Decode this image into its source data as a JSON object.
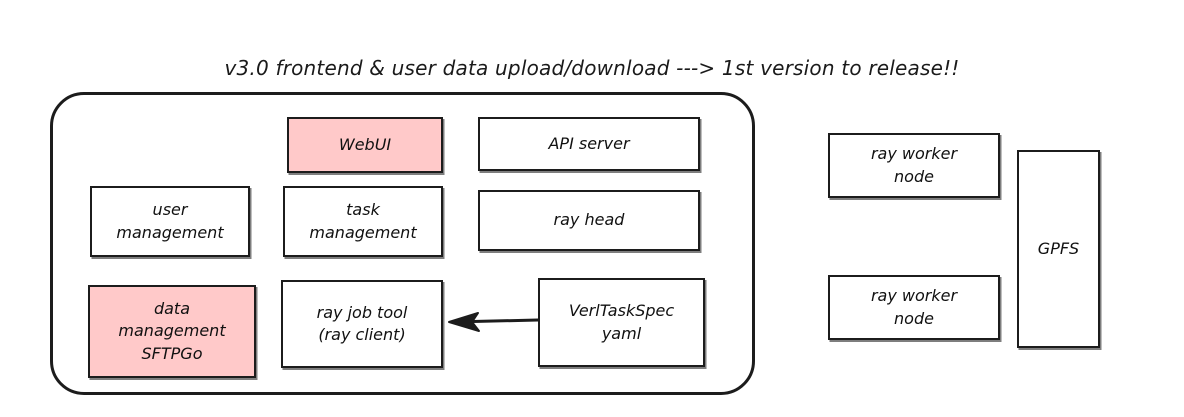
{
  "title": "v3.0 frontend & user data upload/download ---> 1st version to release!!",
  "colors": {
    "background": "#ffffff",
    "stroke": "#1c1c1c",
    "text": "#111111",
    "highlight_fill": "#ffc9c9",
    "node_fill": "#ffffff"
  },
  "group": {
    "name": "platform-group",
    "shape": "rounded-rectangle"
  },
  "nodes": [
    {
      "id": "webui",
      "label": "WebUI",
      "highlighted": true
    },
    {
      "id": "api-server",
      "label": "API server",
      "highlighted": false
    },
    {
      "id": "user-management",
      "label": "user\nmanagement",
      "highlighted": false
    },
    {
      "id": "task-management",
      "label": "task\nmanagement",
      "highlighted": false
    },
    {
      "id": "ray-head",
      "label": "ray head",
      "highlighted": false
    },
    {
      "id": "data-management",
      "label": "data\nmanagement\nSFTPGo",
      "highlighted": true
    },
    {
      "id": "ray-job-tool",
      "label": "ray job tool\n(ray client)",
      "highlighted": false
    },
    {
      "id": "verl-task-spec",
      "label": "VerlTaskSpec\nyaml",
      "highlighted": false
    },
    {
      "id": "ray-worker-1",
      "label": "ray worker\nnode",
      "highlighted": false
    },
    {
      "id": "ray-worker-2",
      "label": "ray worker\nnode",
      "highlighted": false
    },
    {
      "id": "gpfs",
      "label": "GPFS",
      "highlighted": false
    }
  ],
  "edges": [
    {
      "id": "verl-to-rayjob",
      "from": "verl-task-spec",
      "to": "ray-job-tool",
      "style": "solid",
      "arrowhead": "to"
    }
  ],
  "labels": {
    "webui": "WebUI",
    "api_server": "API server",
    "user_management": "user\nmanagement",
    "task_management": "task\nmanagement",
    "ray_head": "ray head",
    "data_management": "data\nmanagement\nSFTPGo",
    "ray_job_tool": "ray job tool\n(ray client)",
    "verl_task_spec": "VerlTaskSpec\nyaml",
    "ray_worker_1": "ray worker\nnode",
    "ray_worker_2": "ray worker\nnode",
    "gpfs": "GPFS"
  }
}
